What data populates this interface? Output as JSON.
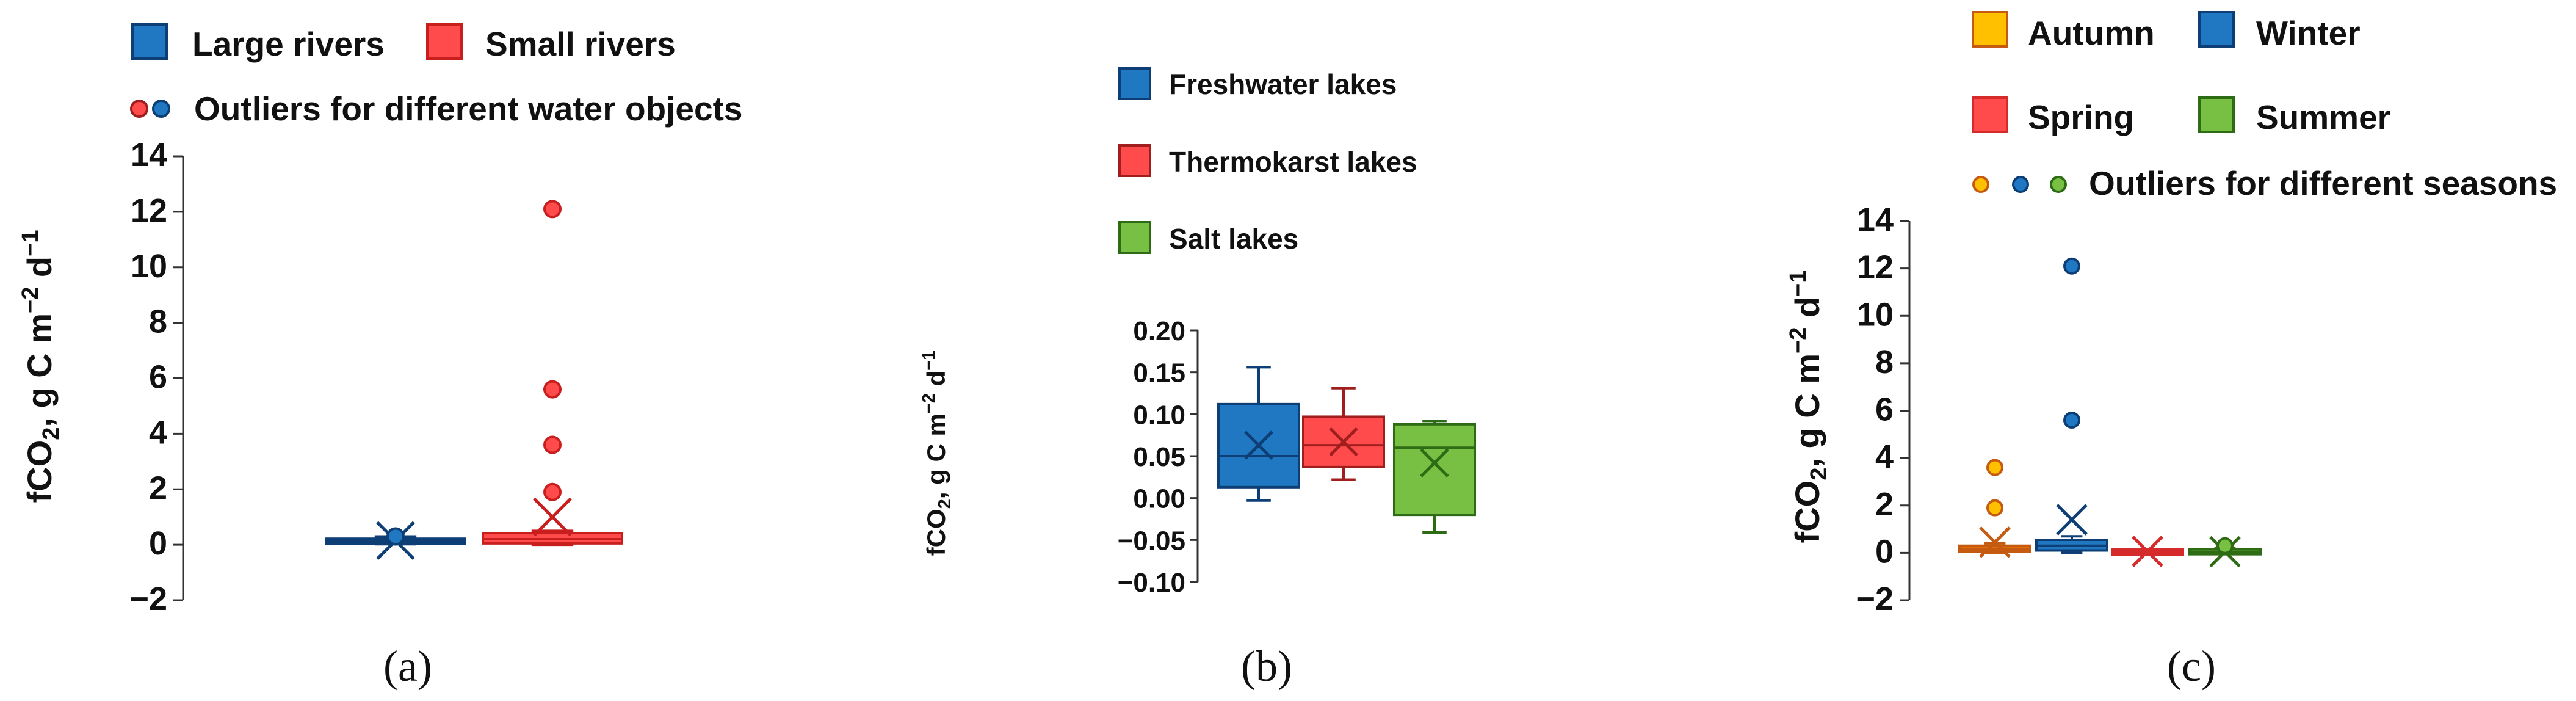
{
  "chart_data": [
    {
      "type": "box",
      "caption": "(a)",
      "ylabel": "fCO2, g C m−2 d−1",
      "ylabel_parts": {
        "base": "fCO",
        "sub": "2",
        "rest1": ", g C m",
        "sup1": "−2",
        "rest2": " d",
        "sup2": "−1"
      },
      "ylim": [
        -2,
        14
      ],
      "yticks": [
        "−2",
        "0",
        "2",
        "4",
        "6",
        "8",
        "10",
        "12",
        "14"
      ],
      "legend": [
        {
          "label": "Large rivers",
          "color": "#1f78c1"
        },
        {
          "label": "Small rivers",
          "color": "#ff4b4b"
        }
      ],
      "outlier_legend": "Outliers for different water objects",
      "series": [
        {
          "name": "Large rivers",
          "fill": "#1f78c1",
          "edge": "#0d3e75",
          "q1": 0.06,
          "median": 0.12,
          "q3": 0.2,
          "whisker_low": 0.02,
          "whisker_high": 0.3,
          "mean": 0.15,
          "outliers": [
            0.3
          ]
        },
        {
          "name": "Small rivers",
          "fill": "#ff4b4b",
          "edge": "#c81e1e",
          "q1": 0.05,
          "median": 0.2,
          "q3": 0.42,
          "whisker_low": 0.0,
          "whisker_high": 0.5,
          "mean": 1.0,
          "outliers": [
            1.9,
            3.6,
            5.6,
            12.1
          ]
        }
      ]
    },
    {
      "type": "box",
      "caption": "(b)",
      "ylabel": "fCO2, g C m−2 d−1",
      "ylabel_parts": {
        "base": "fCO",
        "sub": "2",
        "rest1": ", g C m",
        "sup1": "−2",
        "rest2": " d",
        "sup2": "−1"
      },
      "ylim": [
        -0.1,
        0.2
      ],
      "yticks": [
        "−0.10",
        "−0.05",
        "0.00",
        "0.05",
        "0.10",
        "0.15",
        "0.20"
      ],
      "legend": [
        {
          "label": "Freshwater lakes",
          "color": "#1f78c1"
        },
        {
          "label": "Thermokarst lakes",
          "color": "#ff4b4b"
        },
        {
          "label": "Salt lakes",
          "color": "#77c043"
        }
      ],
      "series": [
        {
          "name": "Freshwater lakes",
          "fill": "#1f78c1",
          "edge": "#0d3e75",
          "q1": 0.013,
          "median": 0.05,
          "q3": 0.112,
          "whisker_low": -0.003,
          "whisker_high": 0.156,
          "mean": 0.063,
          "outliers": []
        },
        {
          "name": "Thermokarst lakes",
          "fill": "#ff4b4b",
          "edge": "#a01e1e",
          "q1": 0.037,
          "median": 0.063,
          "q3": 0.097,
          "whisker_low": 0.022,
          "whisker_high": 0.131,
          "mean": 0.067,
          "outliers": []
        },
        {
          "name": "Salt lakes",
          "fill": "#77c043",
          "edge": "#2e6b15",
          "q1": -0.02,
          "median": 0.06,
          "q3": 0.088,
          "whisker_low": -0.041,
          "whisker_high": 0.092,
          "mean": 0.042,
          "outliers": []
        }
      ]
    },
    {
      "type": "box",
      "caption": "(c)",
      "ylabel": "fCO2, g C m−2 d−1",
      "ylabel_parts": {
        "base": "fCO",
        "sub": "2",
        "rest1": ", g C m",
        "sup1": "−2",
        "rest2": " d",
        "sup2": "−1"
      },
      "ylim": [
        -2,
        14
      ],
      "yticks": [
        "−2",
        "0",
        "2",
        "4",
        "6",
        "8",
        "10",
        "12",
        "14"
      ],
      "legend": [
        {
          "label": "Autumn",
          "color": "#ffc000"
        },
        {
          "label": "Winter",
          "color": "#1f78c1"
        },
        {
          "label": "Spring",
          "color": "#ff4b4b"
        },
        {
          "label": "Summer",
          "color": "#77c043"
        }
      ],
      "outlier_legend": "Outliers for different seasons",
      "series": [
        {
          "name": "Autumn",
          "fill": "#e36c09",
          "edge": "#c55a11",
          "q1": 0.05,
          "median": 0.15,
          "q3": 0.3,
          "whisker_low": 0.0,
          "whisker_high": 0.4,
          "mean": 0.45,
          "outliers": [
            1.9,
            3.6
          ]
        },
        {
          "name": "Winter",
          "fill": "#1f78c1",
          "edge": "#0d3e75",
          "q1": 0.1,
          "median": 0.3,
          "q3": 0.55,
          "whisker_low": 0.0,
          "whisker_high": 0.7,
          "mean": 1.4,
          "outliers": [
            5.6,
            12.1
          ]
        },
        {
          "name": "Spring",
          "fill": "#ff4b4b",
          "edge": "#d62b2b",
          "q1": 0.01,
          "median": 0.03,
          "q3": 0.06,
          "whisker_low": 0.0,
          "whisker_high": 0.08,
          "mean": 0.06,
          "outliers": []
        },
        {
          "name": "Summer",
          "fill": "#77c043",
          "edge": "#2e6b15",
          "q1": 0.01,
          "median": 0.04,
          "q3": 0.08,
          "whisker_low": 0.0,
          "whisker_high": 0.2,
          "mean": 0.05,
          "outliers": [
            0.3
          ]
        }
      ]
    }
  ]
}
